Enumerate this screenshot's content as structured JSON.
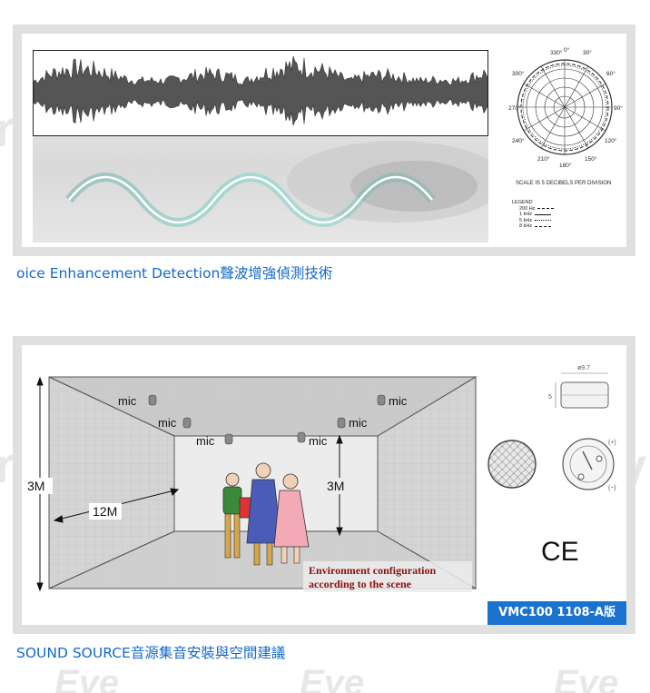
{
  "watermark": {
    "brand": "Security",
    "brand_short": "rity",
    "eye": "Eye"
  },
  "section1": {
    "caption": "oice Enhancement Detection聲波增強偵測技術",
    "polar": {
      "angles": [
        "330°",
        "0°",
        "30°",
        "300°",
        "60°",
        "270°",
        "90°",
        "240°",
        "120°",
        "210°",
        "150°",
        "180°"
      ],
      "scale_note": "SCALE IS 5 DECIBELS PER DIVISION",
      "legend_title": "LEGEND",
      "legend_items": [
        "200 Hz",
        "1 kHz",
        "5 kHz",
        "8 kHz"
      ]
    }
  },
  "section2": {
    "caption": "SOUND SOURCE音源集音安裝與空間建議",
    "mic_label": "mic",
    "height_label_left": "3M",
    "depth_label": "12M",
    "height_label_inner": "3M",
    "environment_line1": "Environment configuration",
    "environment_line2": "according to the scene",
    "spec_diameter": "ø9.7",
    "spec_height": "5",
    "spec_plus": "(+)",
    "spec_minus": "(−)",
    "ce_mark": "CE",
    "model_badge": "VMC100 1108-A版"
  },
  "colors": {
    "caption_blue": "#1469c8",
    "badge_blue": "#1b73d0",
    "panel_gray": "#e0e0e0",
    "wave_teal": "#2fa89a",
    "env_text": "#8b1010"
  }
}
